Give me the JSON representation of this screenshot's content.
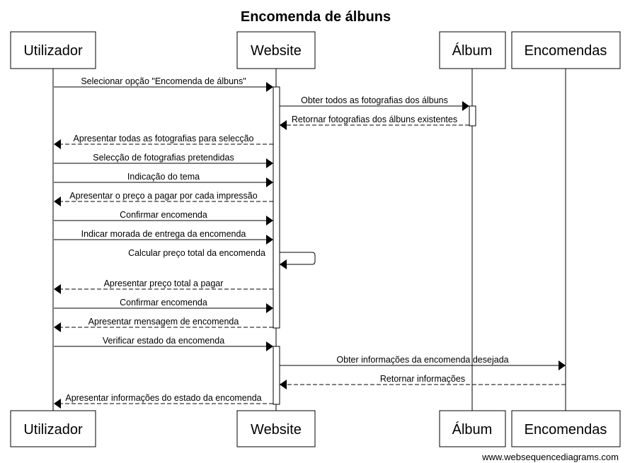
{
  "title": "Encomenda de álbuns",
  "participants": [
    "Utilizador",
    "Website",
    "Álbum",
    "Encomendas"
  ],
  "messages": [
    {
      "from": "Utilizador",
      "to": "Website",
      "text": "Selecionar opção \"Encomenda de álbuns\"",
      "style": "solid"
    },
    {
      "from": "Website",
      "to": "Álbum",
      "text": "Obter todos as fotografias dos álbuns",
      "style": "solid"
    },
    {
      "from": "Álbum",
      "to": "Website",
      "text": "Retornar fotografias dos álbuns existentes",
      "style": "dashed"
    },
    {
      "from": "Website",
      "to": "Utilizador",
      "text": "Apresentar todas as fotografias para selecção",
      "style": "dashed"
    },
    {
      "from": "Utilizador",
      "to": "Website",
      "text": "Selecção de fotografias pretendidas",
      "style": "solid"
    },
    {
      "from": "Utilizador",
      "to": "Website",
      "text": "Indicação do tema",
      "style": "solid"
    },
    {
      "from": "Website",
      "to": "Utilizador",
      "text": "Apresentar o preço a pagar por cada impressão",
      "style": "dashed"
    },
    {
      "from": "Utilizador",
      "to": "Website",
      "text": "Confirmar encomenda",
      "style": "solid"
    },
    {
      "from": "Utilizador",
      "to": "Website",
      "text": "Indicar morada de entrega da encomenda",
      "style": "solid"
    },
    {
      "from": "Website",
      "to": "Website",
      "text": "Calcular preço total da encomenda",
      "style": "solid"
    },
    {
      "from": "Website",
      "to": "Utilizador",
      "text": "Apresentar preço total a pagar",
      "style": "dashed"
    },
    {
      "from": "Utilizador",
      "to": "Website",
      "text": "Confirmar encomenda",
      "style": "solid"
    },
    {
      "from": "Website",
      "to": "Utilizador",
      "text": "Apresentar mensagem de encomenda",
      "style": "dashed"
    },
    {
      "from": "Utilizador",
      "to": "Website",
      "text": "Verificar estado da encomenda",
      "style": "solid"
    },
    {
      "from": "Website",
      "to": "Encomendas",
      "text": "Obter informações da encomenda desejada",
      "style": "solid"
    },
    {
      "from": "Encomendas",
      "to": "Website",
      "text": "Retornar informações",
      "style": "dashed"
    },
    {
      "from": "Website",
      "to": "Utilizador",
      "text": "Apresentar informações do estado da encomenda",
      "style": "dashed"
    }
  ],
  "footer": "www.websequencediagrams.com"
}
